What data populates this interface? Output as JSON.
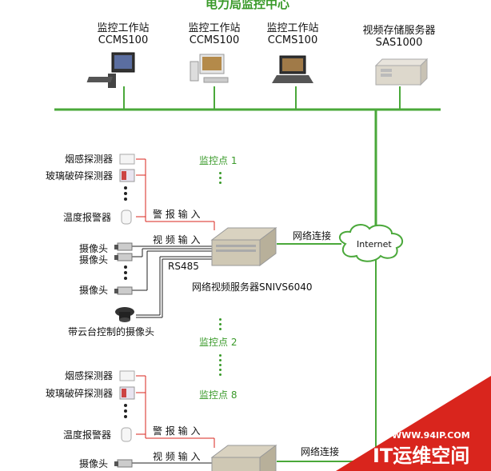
{
  "title": "电力局监控中心",
  "workstations": [
    {
      "name": "监控工作站",
      "model": "CCMS100"
    },
    {
      "name": "监控工作站",
      "model": "CCMS100"
    },
    {
      "name": "监控工作站",
      "model": "CCMS100"
    },
    {
      "name": "视频存储服务器",
      "model": "SAS1000"
    }
  ],
  "site1": {
    "label": "监控点 1",
    "smoke": "烟感探测器",
    "glass": "玻璃破碎探测器",
    "temp": "温度报警器",
    "alarm_in": "警 报 输 入",
    "cam1": "摄像头",
    "cam2": "摄像头",
    "cam3": "摄像头",
    "video_in": "视 频 输 入",
    "rs485": "RS485",
    "server": "网络视频服务器SNIVS6040",
    "ptz": "带云台控制的摄像头",
    "net": "网络连接"
  },
  "internet": "Internet",
  "site2": {
    "label": "监控点 2"
  },
  "site8": {
    "label": "监控点 8",
    "smoke": "烟感探测器",
    "glass": "玻璃破碎探测器",
    "temp": "温度报警器",
    "alarm_in": "警 报 输 入",
    "cam1": "摄像头",
    "video_in": "视 频 输 入",
    "net": "网络连接"
  },
  "watermark": {
    "url": "WWW.94IP.COM",
    "brand": "IT运维空间"
  },
  "colors": {
    "green": "#3a9a2a",
    "line_green": "#4aa83a",
    "red": "#d9251d"
  }
}
